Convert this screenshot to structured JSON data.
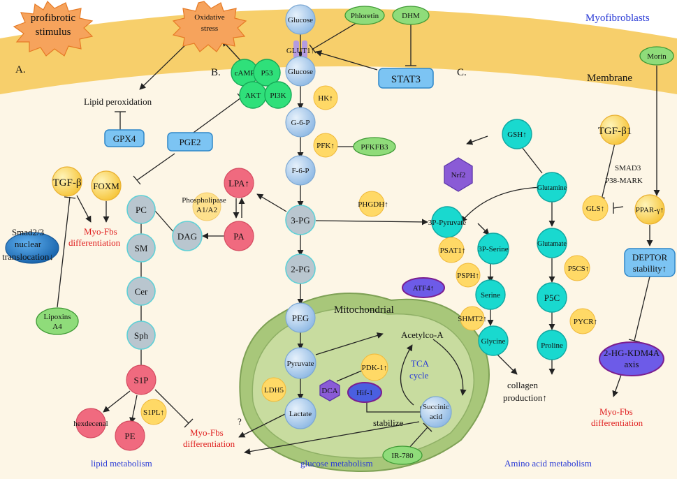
{
  "labels": {
    "cell": "Myofibroblasts",
    "membrane": "Membrane",
    "panel_a": "A.",
    "panel_b": "B.",
    "panel_c": "C.",
    "profibrotic_line1": "profibrotic",
    "profibrotic_line2": "stimulus",
    "oxidative_line1": "Oxidative",
    "oxidative_line2": "stress",
    "mito": "Mitochondrial",
    "tca_line1": "TCA",
    "tca_line2": "cycle",
    "stabilize": "stabilize",
    "question": "?"
  },
  "lipid": {
    "lipid_peroxidation": "Lipid peroxidation",
    "gpx4": "GPX4",
    "pge2": "PGE2",
    "tgfb": "TGF-β",
    "foxm": "FOXM",
    "smad_line1": "Smad2/3",
    "smad_line2": "nuclear",
    "smad_line3": "translocation↓",
    "lipoxins_line1": "Lipoxins",
    "lipoxins_line2": "A4",
    "myofbs1_line1": "Myo-Fbs",
    "myofbs1_line2": "differentiation",
    "pc": "PC",
    "sm": "SM",
    "cer": "Cer",
    "sph": "Sph",
    "s1p": "S1P",
    "dag": "DAG",
    "pa": "PA",
    "lpa": "LPA↑",
    "phospholipase_line1": "Phospholipase",
    "phospholipase_line2": "A1/A2",
    "hexdecenal": "hexdecenal",
    "pe": "PE",
    "s1pl": "S1PL↑",
    "myofbs2_line1": "Myo-Fbs",
    "myofbs2_line2": "differentiation",
    "footer": "lipid metabolism"
  },
  "glucose": {
    "glucose_out": "Glucose",
    "glut1": "GLUT1↑",
    "glucose_in": "Glucose",
    "phloretin": "Phloretin",
    "dhm": "DHM",
    "stat3": "STAT3",
    "camp": "cAMP",
    "p53": "P53",
    "akt": "AKT",
    "pi3k": "PI3K",
    "hk": "HK↑",
    "g6p": "G-6-P",
    "pfk": "PFK↑",
    "pfkfb3": "PFKFB3",
    "f6p": "F-6-P",
    "pg3": "3-PG",
    "phgdh": "PHGDH↑",
    "pg2": "2-PG",
    "peg": "PEG",
    "pyruvate": "Pyruvate",
    "lactate": "Lactate",
    "ldh5": "LDH5",
    "dca": "DCA",
    "pdk1": "PDK-1↑",
    "hif1": "Hif-1",
    "acetyl": "Acetylco-A",
    "succinic_line1": "Succinic",
    "succinic_line2": "acid",
    "ir780": "IR-780",
    "footer": "glucose metabolism"
  },
  "amino": {
    "gsh": "GSH↑",
    "nrf2": "Nrf2",
    "glutamine": "Glutamine",
    "p3pyruvate": "3P-Pyruvate",
    "psat1": "PSAT1↑",
    "p3serine": "3P-Serine",
    "atf4": "ATF4↑",
    "psph": "PSPH↑",
    "serine": "Serine",
    "shmt2": "SHMT2↑",
    "glycine": "Glycine",
    "collagen_line1": "collagen",
    "collagen_line2": "production↑",
    "glutamate": "Glutamate",
    "p5cs": "P5CS↑",
    "p5c": "P5C",
    "pycr": "PYCR↑",
    "proline": "Proline",
    "tgfb1": "TGF-β1",
    "smad3": "SMAD3",
    "p38": "P38-MARK",
    "gls": "GLS↑",
    "ppar": "PPAR-γ↑",
    "morin": "Morin",
    "deptor_line1": "DEPTOR",
    "deptor_line2": "stability↑",
    "kdm_line1": "2-HG-KDM4A",
    "kdm_line2": "axis",
    "myofbs3_line1": "Myo-Fbs",
    "myofbs3_line2": "differentiation",
    "footer": "Amino acid metabolism"
  }
}
